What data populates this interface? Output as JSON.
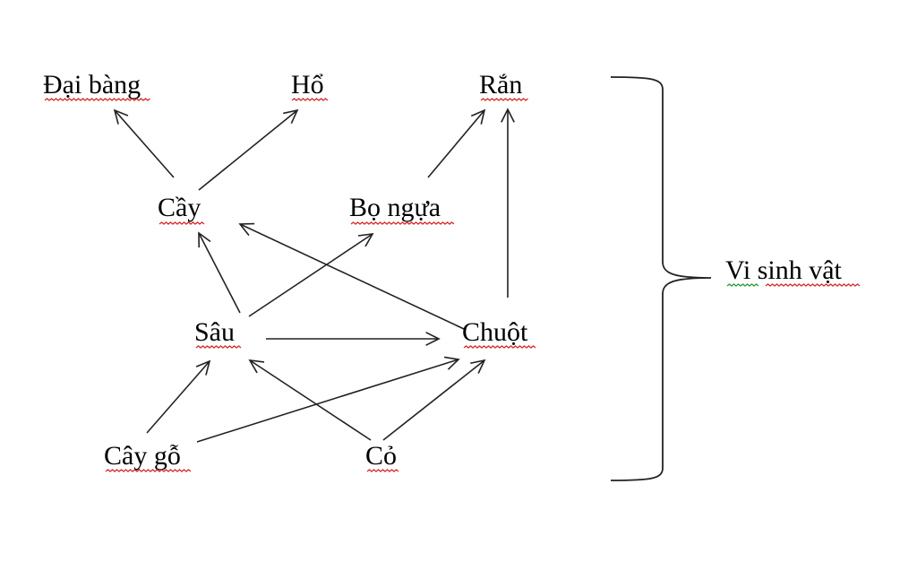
{
  "diagram": {
    "nodes": {
      "dai_bang": "Đại bàng",
      "ho": "Hổ",
      "ran": "Rắn",
      "cay": "Cầy",
      "bo_ngua": "Bọ ngựa",
      "sau": "Sâu",
      "chuot": "Chuột",
      "cay_go": "Cây gỗ",
      "co": "Cỏ",
      "vi_sinh_vat": "Vi sinh vật"
    },
    "edges": [
      {
        "from": "cay",
        "to": "dai_bang"
      },
      {
        "from": "cay",
        "to": "ho"
      },
      {
        "from": "bo_ngua",
        "to": "ran"
      },
      {
        "from": "chuot",
        "to": "ran"
      },
      {
        "from": "sau",
        "to": "cay"
      },
      {
        "from": "chuot",
        "to": "cay"
      },
      {
        "from": "sau",
        "to": "bo_ngua"
      },
      {
        "from": "sau",
        "to": "chuot"
      },
      {
        "from": "cay_go",
        "to": "sau"
      },
      {
        "from": "cay_go",
        "to": "chuot"
      },
      {
        "from": "co",
        "to": "sau"
      },
      {
        "from": "co",
        "to": "chuot"
      }
    ],
    "colors": {
      "spellcheck_underline": "#d62a2a",
      "grammar_underline": "#2e9a3a",
      "line": "#222222",
      "text": "#000000"
    }
  }
}
